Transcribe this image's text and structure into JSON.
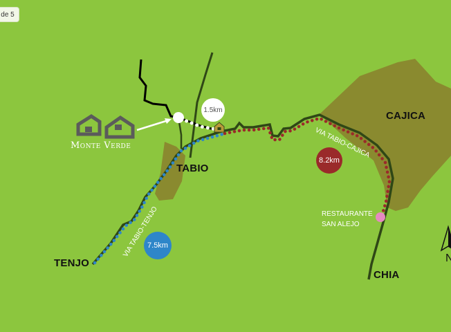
{
  "slide_tab": "de 5",
  "brand": {
    "name": "Monte Verde",
    "icon": "house-icon",
    "color": "#5b5b5b",
    "text_color": "#ffffff"
  },
  "towns": {
    "tabio": "TABIO",
    "cajica": "CAJICA",
    "tenjo": "TENJO",
    "chia": "CHIA"
  },
  "routes": {
    "tabio_tenjo": {
      "label": "VIA TABIO-TENJO",
      "distance": "7.5km",
      "color": "#2e86c9"
    },
    "tabio_cajica": {
      "label": "VIA TABIO-CAJICA",
      "distance": "8.2km",
      "color": "#9a2a2a"
    },
    "monte_verde": {
      "distance": "1.5km",
      "color": "#ffffff"
    }
  },
  "poi": {
    "restaurant_line1": "RESTAURANTE",
    "restaurant_line2": "SAN ALEJO",
    "marker_color": "#e58ac0"
  },
  "colors": {
    "background": "#8cc63e",
    "urban_area": "#8a8a2f",
    "roads": "#2f4716",
    "highlight_road": "#000000"
  },
  "icons": {
    "north": "north-arrow-icon"
  }
}
